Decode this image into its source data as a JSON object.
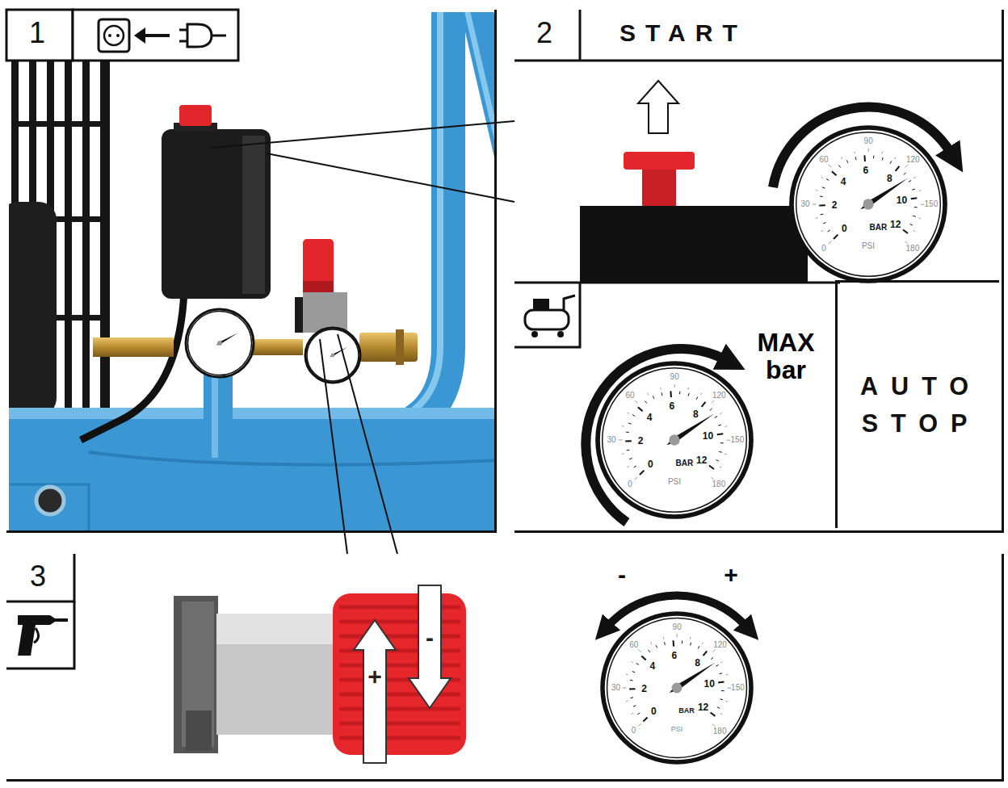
{
  "diagram": {
    "nodes": [
      {
        "text": [
          "1"
        ]
      },
      {
        "text": [
          "2",
          "START"
        ]
      },
      {
        "text": [
          "AUTO STOP"
        ],
        "in": 1
      },
      {
        "text": [
          "3"
        ]
      }
    ],
    "labels": [
      "MAX bar",
      "+",
      "-",
      "-",
      "+",
      "0",
      "2",
      "4",
      "6",
      "8",
      "10",
      "12",
      "0",
      "30",
      "60",
      "90",
      "120",
      "150",
      "180",
      "BAR",
      "PSI",
      "0",
      "2",
      "4",
      "6",
      "8",
      "10",
      "12",
      "0",
      "30",
      "60",
      "90",
      "120",
      "150",
      "180",
      "BAR",
      "PSI",
      "0",
      "2",
      "4",
      "6",
      "8",
      "10",
      "12",
      "0",
      "30",
      "60",
      "90",
      "120",
      "150",
      "180",
      "BAR",
      "PSI"
    ]
  }
}
